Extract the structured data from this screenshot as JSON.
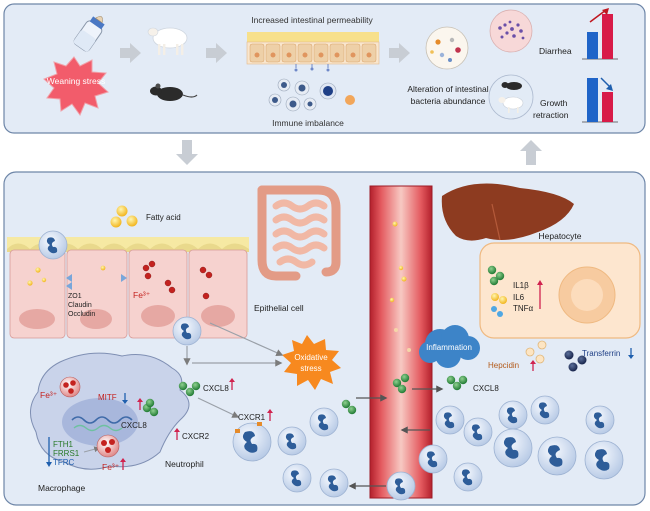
{
  "top_panel": {
    "weaning_stress": "Weaning stress",
    "increased_permeability": "Increased intestinal permeability",
    "immune_imbalance": "Immune imbalance",
    "alteration_line1": "Alteration of intestinal",
    "alteration_line2": "bacteria abundance",
    "diarrhea": "Diarrhea",
    "growth_line1": "Growth",
    "growth_line2": "retraction"
  },
  "bottom_panel": {
    "fatty_acid": "Fatty acid",
    "zo1": "ZO1",
    "claudin": "Claudin",
    "occludin": "Occludin",
    "fe3_epithelial": "Fe³⁺",
    "epithelial_cell": "Epithelial cell",
    "oxidative_line1": "Oxidative",
    "oxidative_line2": "stress",
    "macrophage": "Macrophage",
    "fe3_macrophage_top": "Fe³⁺",
    "mitf": "MITF",
    "cxcl8_macrophage": "CXCL8",
    "fth1": "FTH1",
    "frrs1": "FRRS1",
    "tfrc": "TFRC",
    "fe3_macrophage_bottom": "Fe³⁺",
    "cxcl8_mid": "CXCL8",
    "cxcr1": "CXCR1",
    "cxcr2": "CXCR2",
    "neutrophil": "Neutrophil",
    "inflammation": "Inflammation",
    "cxcl8_right": "CXCL8",
    "hepatocyte": "Hepatocyte",
    "il1b": "IL1β",
    "il6": "IL6",
    "tnfa": "TNFα",
    "hepcidin": "Hepcidin",
    "transferrin": "Transferrin"
  },
  "colors": {
    "panel_fill": "#e3ebf6",
    "panel_border": "#6e86a8",
    "burst_red": "#f25c6b",
    "burst_orange": "#f7891f",
    "up_arrow": "#d0234f",
    "down_arrow": "#1f5fae",
    "bar_blue": "#1f64c8",
    "bar_red": "#d81b48",
    "neutrophil_fill": "#e6eef9",
    "neutrophil_nucleus": "#2e5d99",
    "vessel_red": "#cc2f3a",
    "hepatocyte_fill": "#fde6cf",
    "liver": "#8d3b20"
  }
}
